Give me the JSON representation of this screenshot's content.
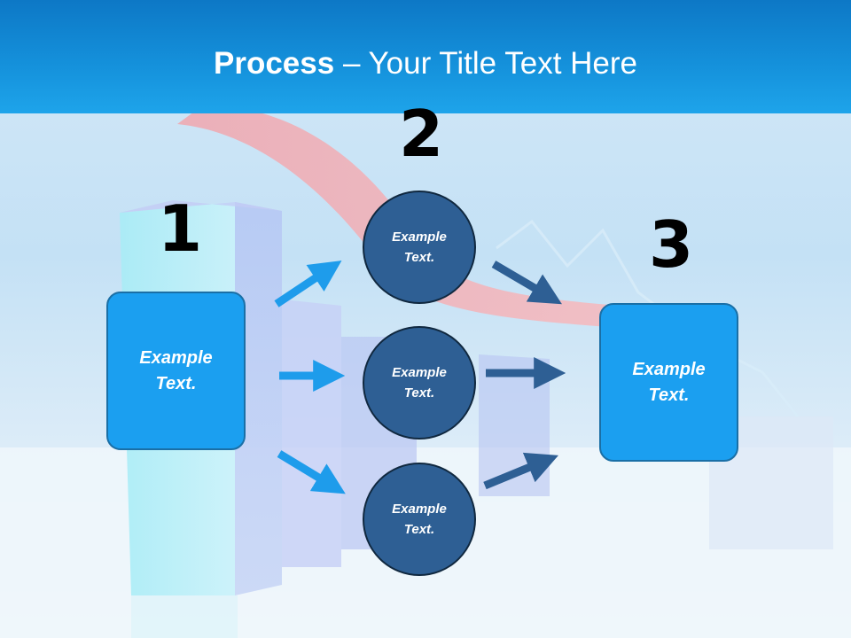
{
  "title": {
    "bold": "Process",
    "rest": " – Your Title Text Here"
  },
  "steps": [
    {
      "label": "1"
    },
    {
      "label": "2"
    },
    {
      "label": "3"
    }
  ],
  "boxes": [
    {
      "text": "Example Text."
    },
    {
      "text": "Example Text."
    }
  ],
  "circles": [
    {
      "text": "Example Text."
    },
    {
      "text": "Example Text."
    },
    {
      "text": "Example Text."
    }
  ],
  "colors": {
    "title_bar": "#1592dc",
    "box_fill": "#1b9ff0",
    "circle_fill": "#2e5f94",
    "arrow_light": "#1e9ceb",
    "arrow_dark": "#2e5f94"
  }
}
